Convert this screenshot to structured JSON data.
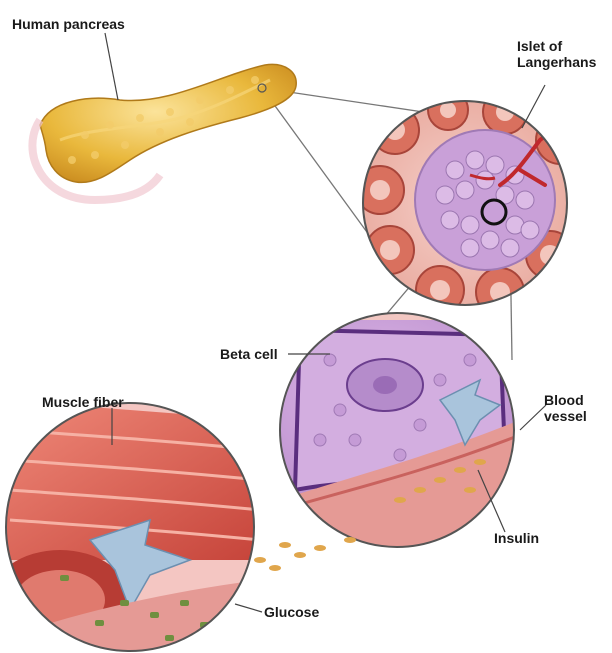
{
  "labels": {
    "pancreas": "Human pancreas",
    "islet": "Islet of\nLangerhans",
    "beta_cell": "Beta cell",
    "blood_vessel": "Blood\nvessel",
    "muscle_fiber": "Muscle fiber",
    "insulin": "Insulin",
    "glucose": "Glucose"
  },
  "colors": {
    "pancreas": "#e9b83c",
    "islet_cells": "#c9a0d8",
    "vessel_red": "#d9705e",
    "beta_cell": "#c89ad6",
    "beta_cell_border": "#5a2e7e",
    "muscle_red": "#d9574c",
    "glucose_green": "#6f8f3f",
    "insulin_blue": "#a9c4dc",
    "leader_line": "#555555"
  }
}
